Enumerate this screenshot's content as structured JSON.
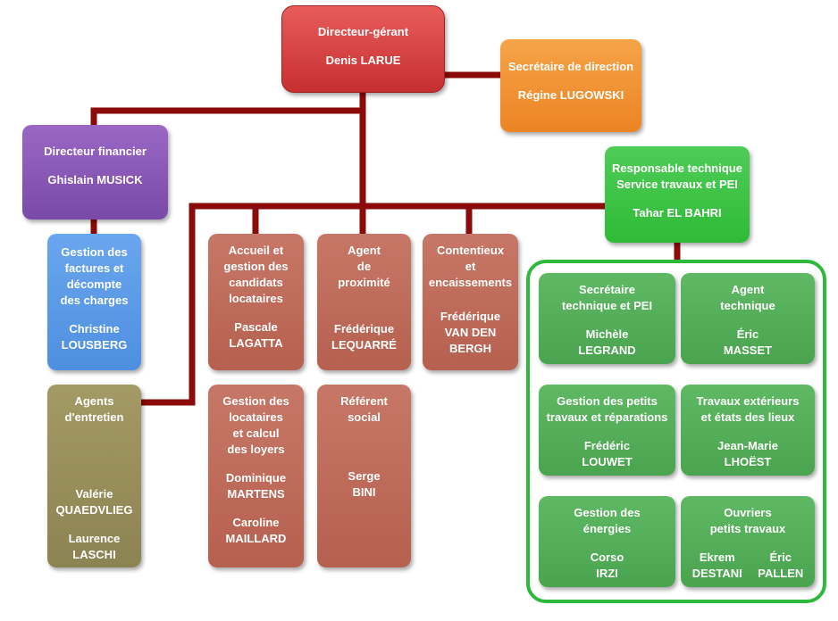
{
  "director": {
    "title": "Directeur-gérant",
    "name": "Denis LARUE"
  },
  "secretary": {
    "title": "Secrétaire de direction",
    "name": "Régine LUGOWSKI"
  },
  "finance": {
    "title": "Directeur financier",
    "name": "Ghislain MUSICK"
  },
  "billing": {
    "title_lines": [
      "Gestion des",
      "factures et",
      "décompte",
      "des charges"
    ],
    "name_lines": [
      "Christine",
      "LOUSBERG"
    ]
  },
  "maintenance_agents": {
    "title_lines": [
      "Agents",
      "d'entretien"
    ],
    "names": [
      [
        "Valérie",
        "QUAEDVLIEG"
      ],
      [
        "Laurence",
        "LASCHI"
      ]
    ]
  },
  "reception": {
    "title_lines": [
      "Accueil et",
      "gestion des",
      "candidats",
      "locataires"
    ],
    "name_lines": [
      "Pascale",
      "LAGATTA"
    ]
  },
  "tenants": {
    "title_lines": [
      "Gestion des",
      "locataires",
      "et calcul",
      "des loyers"
    ],
    "names": [
      [
        "Dominique",
        "MARTENS"
      ],
      [
        "Caroline",
        "MAILLARD"
      ]
    ]
  },
  "proximity": {
    "title_lines": [
      "Agent",
      "de",
      "proximité"
    ],
    "name_lines": [
      "Frédérique",
      "LEQUARRÉ"
    ]
  },
  "social": {
    "title_lines": [
      "Référent",
      "social"
    ],
    "name_lines": [
      "Serge",
      "BINI"
    ]
  },
  "collections": {
    "title_lines": [
      "Contentieux",
      "et",
      "encaissements"
    ],
    "name_lines": [
      "Frédérique",
      "VAN DEN",
      "BERGH"
    ]
  },
  "technical_head": {
    "title_lines": [
      "Responsable technique",
      "Service travaux et PEI"
    ],
    "name": "Tahar EL BAHRI"
  },
  "tech_secretary": {
    "title_lines": [
      "Secrétaire",
      "technique et PEI"
    ],
    "name_lines": [
      "Michèle",
      "LEGRAND"
    ]
  },
  "tech_agent": {
    "title_lines": [
      "Agent",
      "technique"
    ],
    "name_lines": [
      "Éric",
      "MASSET"
    ]
  },
  "small_works": {
    "title_lines": [
      "Gestion des petits",
      "travaux et réparations"
    ],
    "name_lines": [
      "Frédéric",
      "LOUWET"
    ]
  },
  "exterior_works": {
    "title_lines": [
      "Travaux extérieurs",
      "et états des lieux"
    ],
    "name_lines": [
      "Jean-Marie",
      "LHOËST"
    ]
  },
  "energy": {
    "title_lines": [
      "Gestion des",
      "énergies"
    ],
    "name_lines": [
      "Corso",
      "IRZI"
    ]
  },
  "workers": {
    "title_lines": [
      "Ouvriers",
      "petits travaux"
    ],
    "names": [
      [
        "Ekrem",
        "DESTANI"
      ],
      [
        "Éric",
        "PALLEN"
      ]
    ]
  },
  "colors": {
    "connector": "#8b0a0a",
    "frame": "#2fb93c"
  }
}
